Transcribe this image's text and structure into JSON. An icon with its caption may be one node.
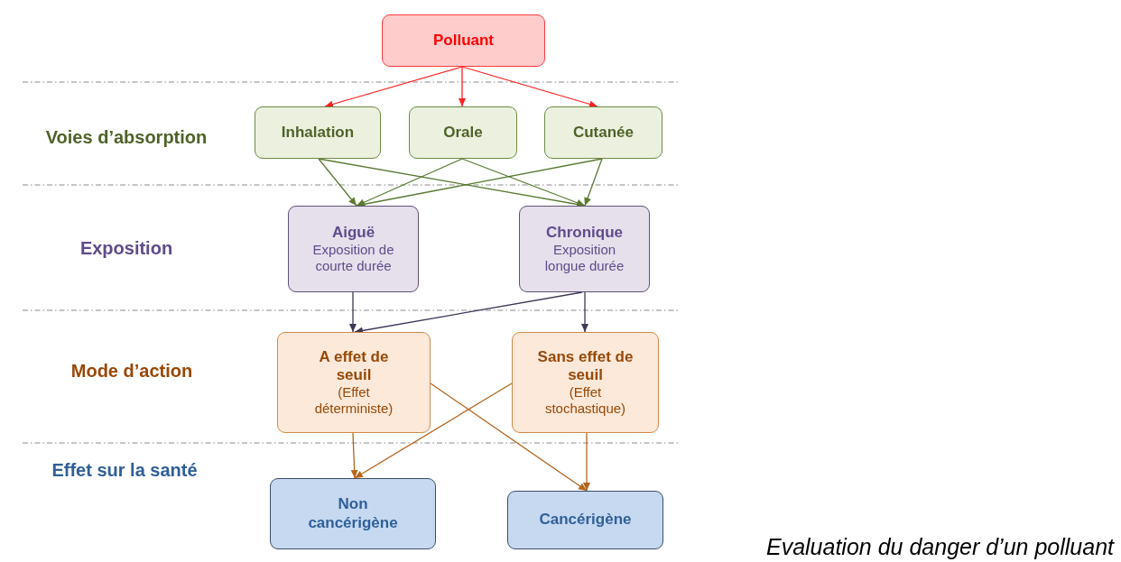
{
  "diagram": {
    "caption": "Evaluation du danger d’un polluant",
    "nodes": [
      {
        "text": [
          "Polluant"
        ]
      },
      {
        "text": [
          "Inhalation"
        ]
      },
      {
        "text": [
          "Orale"
        ]
      },
      {
        "text": [
          "Cutanée"
        ]
      },
      {
        "text": [
          "Aiguë",
          "Exposition de courte durée"
        ]
      },
      {
        "text": [
          "Chronique",
          "Exposition longue durée"
        ]
      },
      {
        "text": [
          "A effet de seuil",
          "(Effet déterministe)"
        ]
      },
      {
        "text": [
          "Sans effet de seuil",
          "(Effet stochastique)"
        ]
      },
      {
        "text": [
          "Non cancérigène"
        ]
      },
      {
        "text": [
          "Cancérigène"
        ]
      }
    ],
    "edges": [
      {
        "from": 0,
        "to": 1,
        "arrow": "to",
        "color": "#ff2020"
      },
      {
        "from": 0,
        "to": 2,
        "arrow": "to",
        "color": "#ff2020"
      },
      {
        "from": 0,
        "to": 3,
        "arrow": "to",
        "color": "#ff2020"
      },
      {
        "from": 1,
        "to": 4,
        "arrow": "to"
      },
      {
        "from": 1,
        "to": 5,
        "arrow": "to"
      },
      {
        "from": 2,
        "to": 4,
        "arrow": "to"
      },
      {
        "from": 2,
        "to": 5,
        "arrow": "to"
      },
      {
        "from": 3,
        "to": 4,
        "arrow": "to"
      },
      {
        "from": 3,
        "to": 5,
        "arrow": "to"
      },
      {
        "from": 4,
        "to": 6,
        "arrow": "to",
        "color": "#3f3656"
      },
      {
        "from": 5,
        "to": 6,
        "arrow": "to",
        "color": "#3f3656"
      },
      {
        "from": 5,
        "to": 7,
        "arrow": "to",
        "color": "#3f3656"
      },
      {
        "from": 6,
        "to": 8,
        "arrow": "to",
        "color": "#b5651d"
      },
      {
        "from": 6,
        "to": 9,
        "arrow": "to",
        "color": "#b5651d"
      },
      {
        "from": 7,
        "to": 8,
        "arrow": "to",
        "color": "#b5651d"
      },
      {
        "from": 7,
        "to": 9,
        "arrow": "to",
        "color": "#b5651d"
      }
    ],
    "labels": [
      "Voies d’absorption",
      "Exposition",
      "Mode d’action",
      "Effet sur la santé"
    ]
  }
}
